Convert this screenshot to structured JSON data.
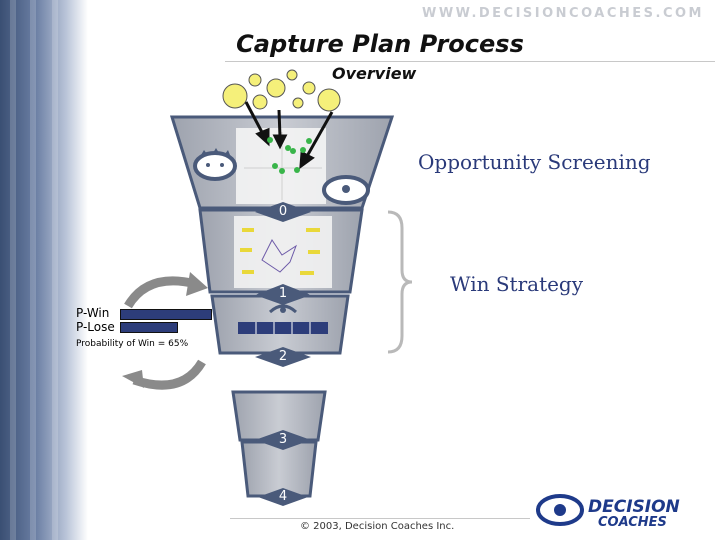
{
  "header": {
    "url": "WWW.DECISIONCOACHES.COM",
    "title": "Capture Plan Process",
    "subtitle": "Overview"
  },
  "labels": {
    "opportunity_screening": "Opportunity Screening",
    "win_strategy": "Win Strategy"
  },
  "pwin": {
    "p_win_label": "P-Win",
    "p_lose_label": "P-Lose",
    "probability_text": "Probability of Win = 65%",
    "p_win_fraction": 0.65,
    "p_lose_fraction": 0.35
  },
  "stages": [
    "0",
    "1",
    "2",
    "3",
    "4"
  ],
  "footer": {
    "copyright": "© 2003, Decision Coaches Inc."
  },
  "logo": {
    "line1": "DECISION",
    "line2": "COACHES"
  },
  "colors": {
    "funnel_fill": "#b6bac3",
    "funnel_border": "#4a5a7a",
    "bubble": "#f5f07a",
    "dot": "#39b54a",
    "stage_marker": "#4a5a7a",
    "accent_text": "#2a3a7a"
  },
  "icons": [
    "crown-face-icon",
    "eye-icon",
    "recycle-arrows-icon"
  ]
}
